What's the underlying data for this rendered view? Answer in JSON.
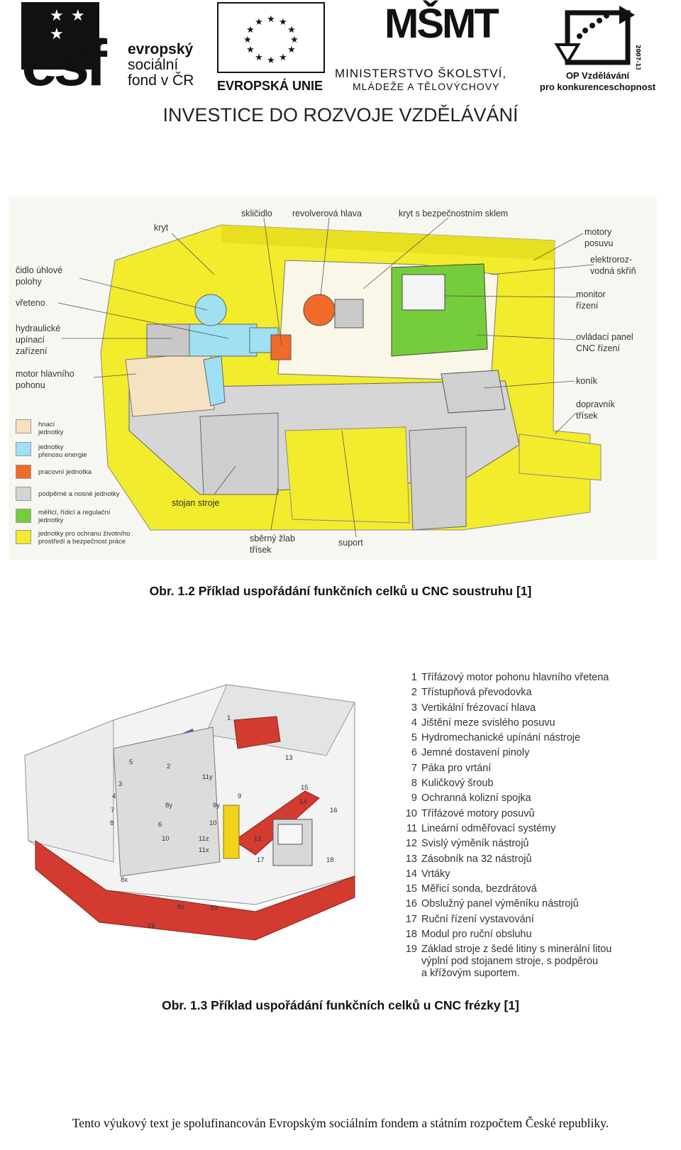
{
  "header": {
    "esf": {
      "mark": "esf",
      "line1": "evropský",
      "line2": "sociální",
      "line3": "fond v ČR"
    },
    "eu": {
      "caption": "EVROPSKÁ UNIE"
    },
    "msmt": {
      "mark": "MŠMT",
      "line1": "MINISTERSTVO ŠKOLSTVÍ,",
      "line2": "MLÁDEŽE A TĚLOVÝCHOVY"
    },
    "op": {
      "year": "2007-13",
      "line1": "OP Vzdělávání",
      "line2": "pro konkurenceschopnost"
    },
    "slogan": "INVESTICE DO ROZVOJE VZDĚLÁVÁNÍ"
  },
  "figure1": {
    "labels": {
      "kryt": "kryt",
      "sklicidlo": "skličidlo",
      "revolverova": "revolverová hlava",
      "kryt_sklo": "kryt s bezpečnostním sklem",
      "motory1": "motory",
      "motory2": "posuvu",
      "elektro1": "elektroroz-",
      "elektro2": "vodná skříň",
      "monitor1": "monitor",
      "monitor2": "řízení",
      "ovladaci1": "ovládací panel",
      "ovladaci2": "CNC řízení",
      "konik": "koník",
      "dopravnik1": "dopravník",
      "dopravnik2": "třísek",
      "cidlo1": "čidlo úhlové",
      "cidlo2": "polohy",
      "vreteno": "vřeteno",
      "hydr1": "hydraulické",
      "hydr2": "upínací",
      "hydr3": "zařízení",
      "motor1": "motor hlavního",
      "motor2": "pohonu",
      "stojan": "stojan stroje",
      "zlab1": "sběrný žlab",
      "zlab2": "třísek",
      "suport": "suport"
    },
    "legend": [
      {
        "text1": "hnací",
        "text2": "jednotky",
        "color": "#f6e1c2"
      },
      {
        "text1": "jednotky",
        "text2": "přenosu energie",
        "color": "#9fe0f2"
      },
      {
        "text1": "pracovní jednotka",
        "text2": "",
        "color": "#f06a2a"
      },
      {
        "text1": "podpěrné a nosné jednotky",
        "text2": "",
        "color": "#d4d4d4"
      },
      {
        "text1": "měřicí, řídicí a regulační",
        "text2": "jednotky",
        "color": "#76cd3c"
      },
      {
        "text1": "jednotky pro ochranu životního",
        "text2": "prostředí a bezpečnost práce",
        "color": "#f2ec2c"
      }
    ],
    "caption": "Obr. 1.2  Příklad uspořádání funkčních celků u CNC soustruhu [1]"
  },
  "figure2": {
    "callouts": [
      "1",
      "2",
      "3",
      "4",
      "5",
      "6",
      "7",
      "8",
      "9",
      "10",
      "11y",
      "11z",
      "11x",
      "12",
      "13",
      "14",
      "15",
      "16",
      "17",
      "18",
      "19",
      "8x",
      "8y",
      "8z",
      "9y",
      "10"
    ],
    "legend": [
      {
        "num": "1",
        "text": "Třífázový motor pohonu hlavního vřetena"
      },
      {
        "num": "2",
        "text": "Třístupňová převodovka"
      },
      {
        "num": "3",
        "text": "Vertikální frézovací hlava"
      },
      {
        "num": "4",
        "text": "Jištění meze svislého posuvu"
      },
      {
        "num": "5",
        "text": "Hydromechanické upínání nástroje"
      },
      {
        "num": "6",
        "text": "Jemné dostavení pinoly"
      },
      {
        "num": "7",
        "text": "Páka pro vrtání"
      },
      {
        "num": "8",
        "text": "Kuličkový šroub"
      },
      {
        "num": "9",
        "text": "Ochranná kolizní spojka"
      },
      {
        "num": "10",
        "text": "Třífázové motory posuvů"
      },
      {
        "num": "11",
        "text": "Lineární odměřovací systémy"
      },
      {
        "num": "12",
        "text": "Svislý výměník nástrojů"
      },
      {
        "num": "13",
        "text": "Zásobník na 32 nástrojů"
      },
      {
        "num": "14",
        "text": "Vrtáky"
      },
      {
        "num": "15",
        "text": "Měřicí sonda, bezdrátová"
      },
      {
        "num": "16",
        "text": "Obslužný panel výměníku nástrojů"
      },
      {
        "num": "17",
        "text": "Ruční řízení vystavování"
      },
      {
        "num": "18",
        "text": "Modul pro ruční obsluhu"
      },
      {
        "num": "19",
        "text": "Základ stroje z šedé litiny s minerální litou\nvýplní pod stojanem stroje, s podpěrou\na křížovým suportem."
      }
    ],
    "caption": "Obr. 1.3  Příklad uspořádání funkčních celků u CNC frézky [1]"
  },
  "footer": "Tento výukový text je spolufinancován Evropským sociálním fondem a státním rozpočtem České republiky."
}
